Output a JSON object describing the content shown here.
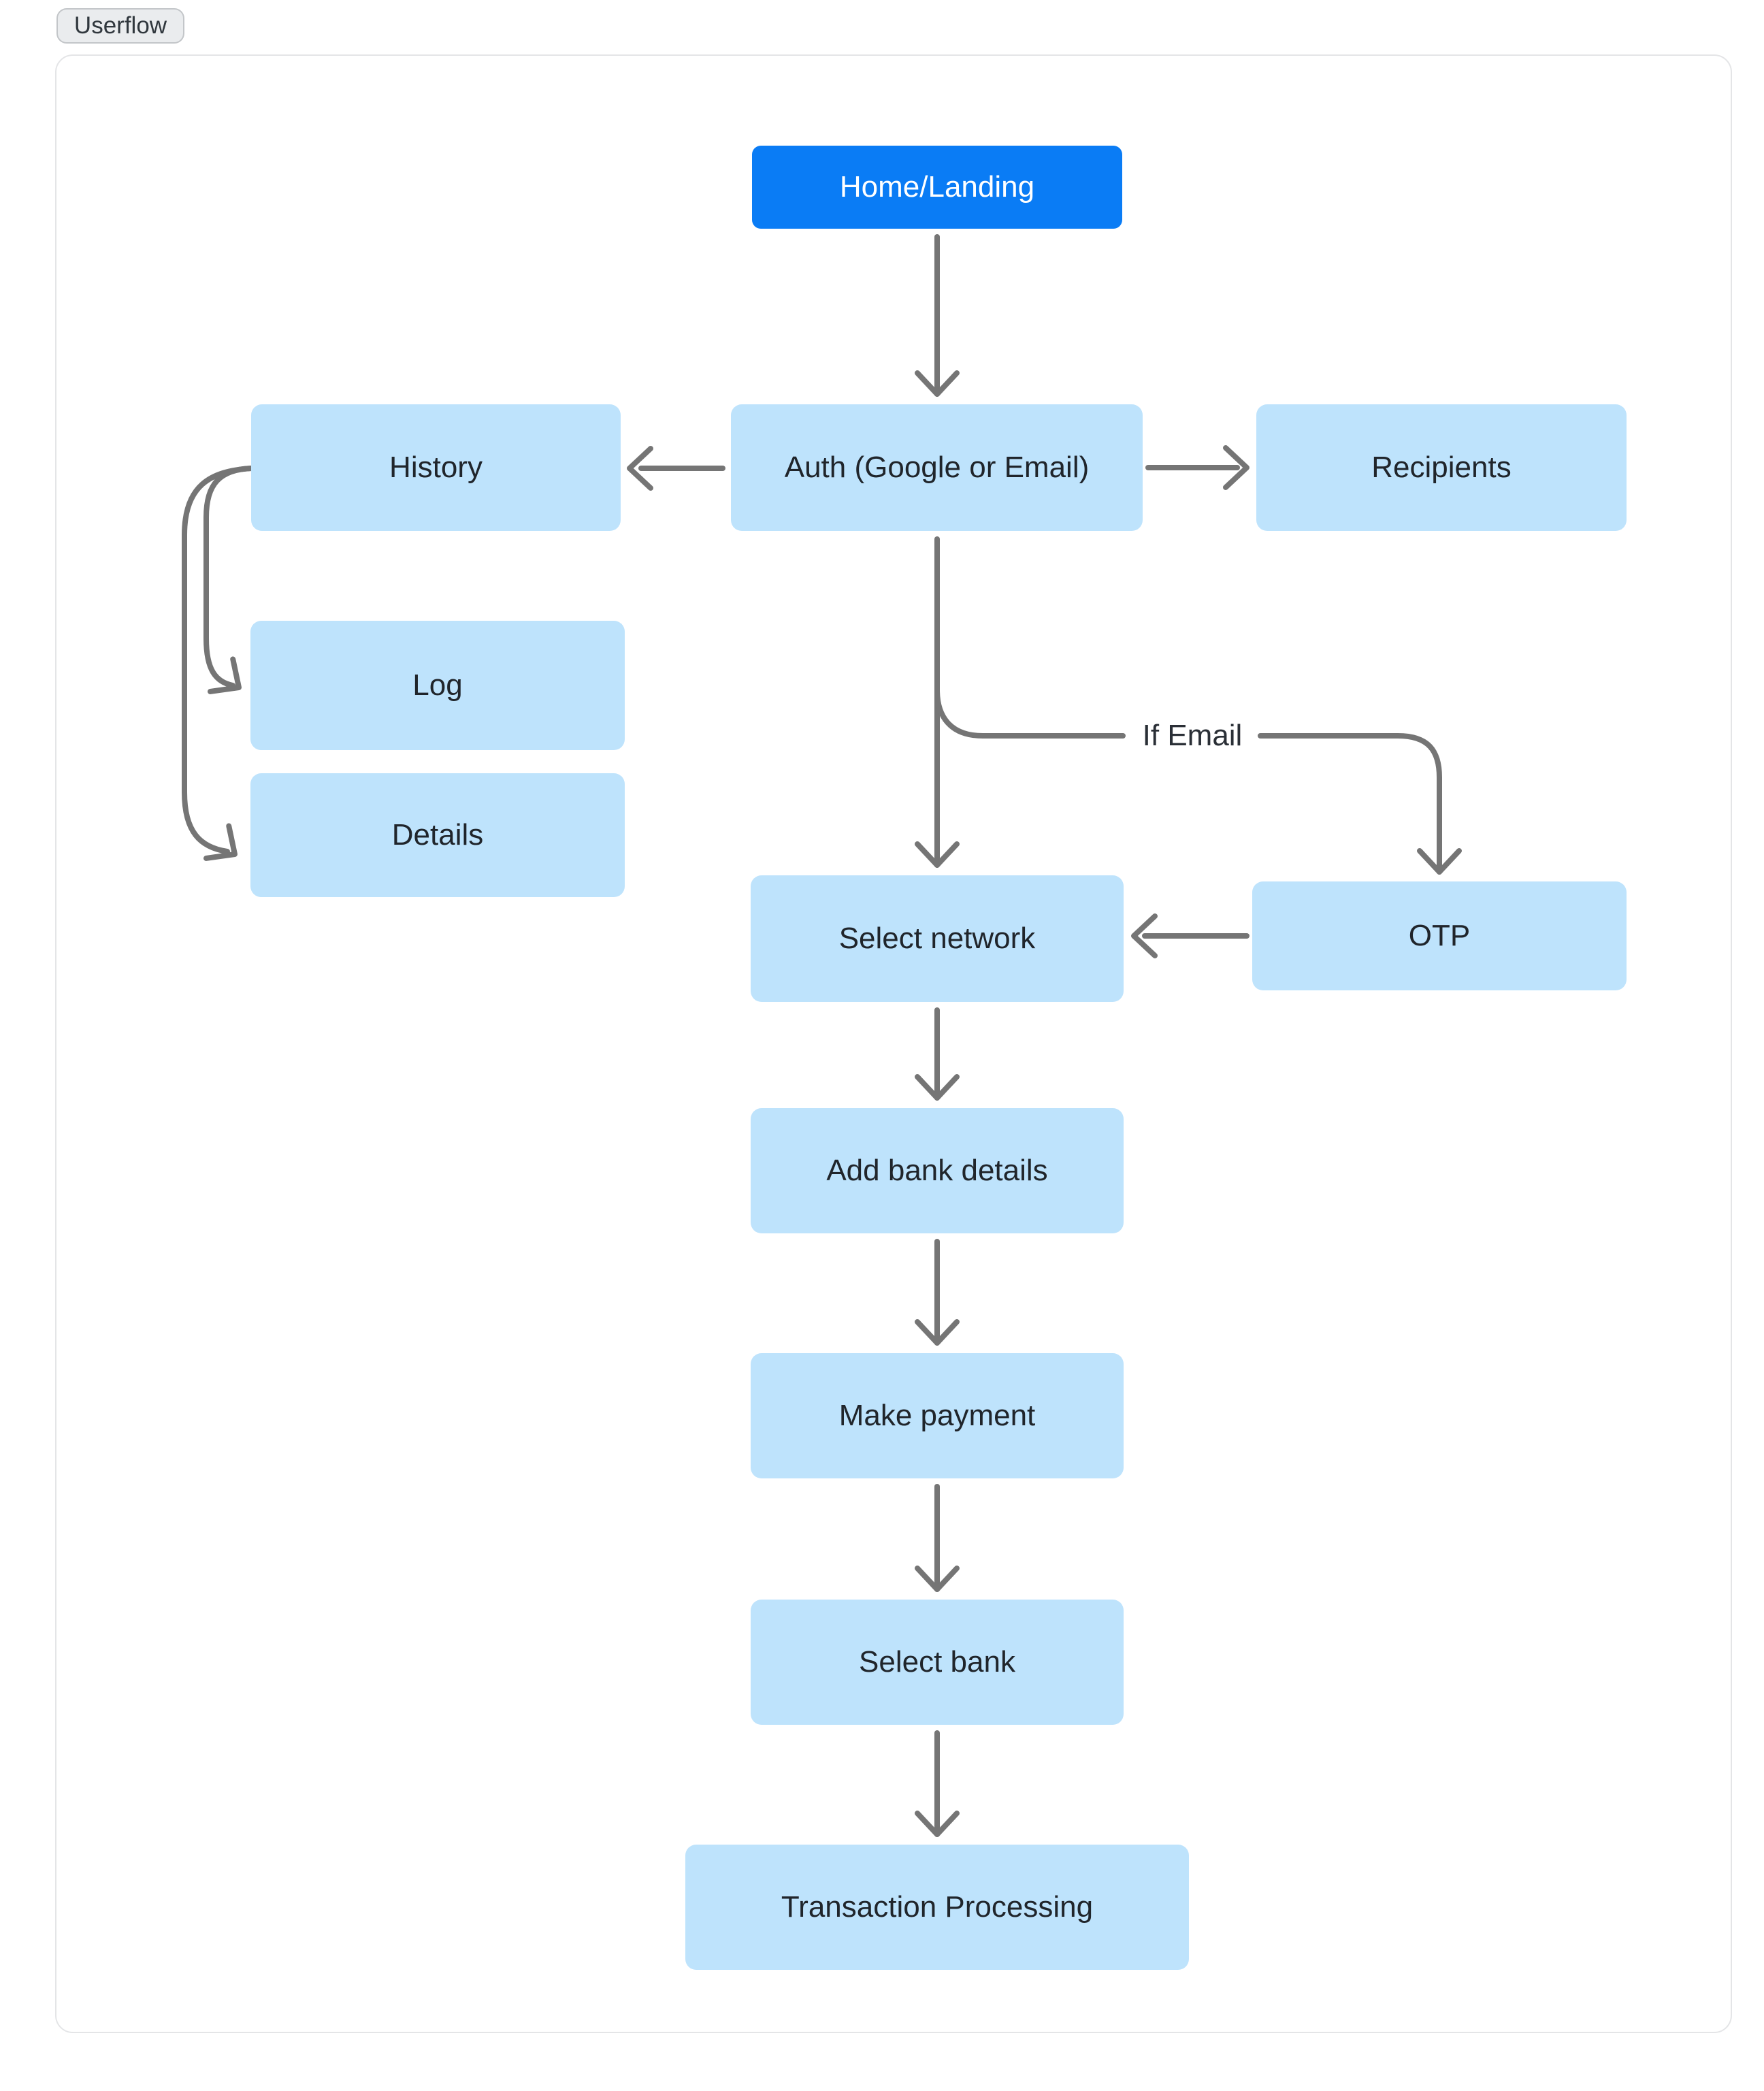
{
  "page": {
    "tag_label": "Userflow"
  },
  "colors": {
    "primary_node_fill": "#0A7CF5",
    "primary_node_text": "#FFFFFF",
    "node_fill": "#BEE3FC",
    "node_text": "#20252B",
    "arrow": "#757575",
    "container_border": "#E4E5E7",
    "tag_background": "#EAECEE",
    "tag_border": "#C3C6C9",
    "tag_text": "#30373D",
    "page_background": "#FFFFFF"
  },
  "diagram": {
    "title_tag": "Userflow",
    "nodes": [
      {
        "id": "home",
        "label": "Home/Landing",
        "type": "primary"
      },
      {
        "id": "history",
        "label": "History",
        "type": "default"
      },
      {
        "id": "auth",
        "label": "Auth (Google or Email)",
        "type": "default"
      },
      {
        "id": "recipients",
        "label": "Recipients",
        "type": "default"
      },
      {
        "id": "log",
        "label": "Log",
        "type": "default"
      },
      {
        "id": "details",
        "label": "Details",
        "type": "default"
      },
      {
        "id": "select-network",
        "label": "Select network",
        "type": "default"
      },
      {
        "id": "otp",
        "label": "OTP",
        "type": "default"
      },
      {
        "id": "add-bank-details",
        "label": "Add bank details",
        "type": "default"
      },
      {
        "id": "make-payment",
        "label": "Make payment",
        "type": "default"
      },
      {
        "id": "select-bank",
        "label": "Select bank",
        "type": "default"
      },
      {
        "id": "transaction-processing",
        "label": "Transaction Processing",
        "type": "default"
      }
    ],
    "edges": [
      {
        "from": "home",
        "to": "auth"
      },
      {
        "from": "auth",
        "to": "history"
      },
      {
        "from": "auth",
        "to": "recipients"
      },
      {
        "from": "auth",
        "to": "select-network"
      },
      {
        "from": "auth",
        "to": "otp",
        "label": "If Email"
      },
      {
        "from": "otp",
        "to": "select-network"
      },
      {
        "from": "history",
        "to": "log"
      },
      {
        "from": "history",
        "to": "details"
      },
      {
        "from": "select-network",
        "to": "add-bank-details"
      },
      {
        "from": "add-bank-details",
        "to": "make-payment"
      },
      {
        "from": "make-payment",
        "to": "select-bank"
      },
      {
        "from": "select-bank",
        "to": "transaction-processing"
      }
    ]
  }
}
